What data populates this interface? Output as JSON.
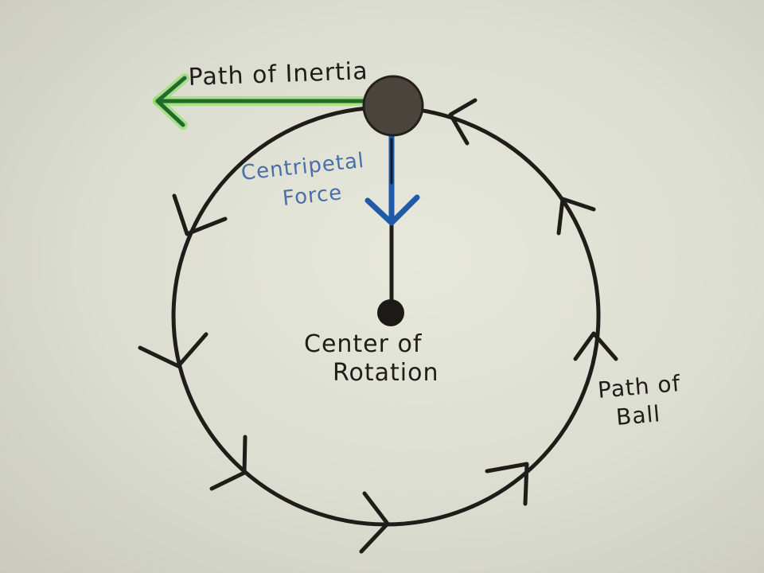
{
  "labels": {
    "inertia": "Path of Inertia",
    "centripetal_line1": "Centripetal",
    "centripetal_line2": "Force",
    "center_line1": "Center of",
    "center_line2": "Rotation",
    "path_line1": "Path of",
    "path_line2": "Ball"
  },
  "colors": {
    "paper": "#dcddd0",
    "ink": "#1e1d1a",
    "ball": "#4a443d",
    "inertia_arrow": "#1f6a2c",
    "inertia_glow": "#7fe04f",
    "centripetal_arrow": "#1f5aa8",
    "centripetal_text": "#4a6ea8"
  },
  "icons": {
    "ball": "ball-circle",
    "center": "center-dot",
    "direction_markers": "chevron-arrow-icon"
  }
}
